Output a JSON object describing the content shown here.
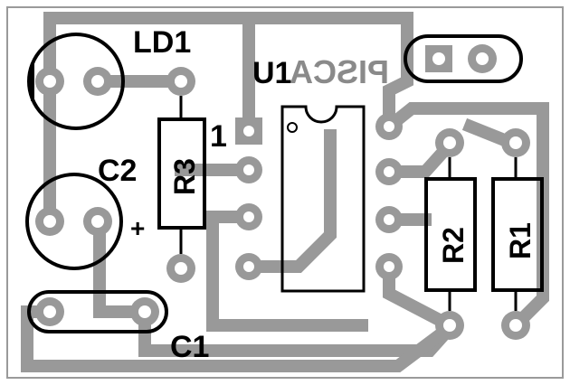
{
  "colors": {
    "background": "#ffffff",
    "copper": "#999999",
    "silkscreen": "#000000",
    "bottom_text": "#8a8a8a",
    "outline": "#9a9a9a"
  },
  "labels": {
    "ld1": "LD1",
    "u1": "U1",
    "pin1_mark": "1",
    "c2": "C2",
    "c2_polarity": "+",
    "c1": "C1",
    "r3": "R3",
    "r2": "R2",
    "r1": "R1",
    "bottom_copper_text": "PISCA"
  }
}
